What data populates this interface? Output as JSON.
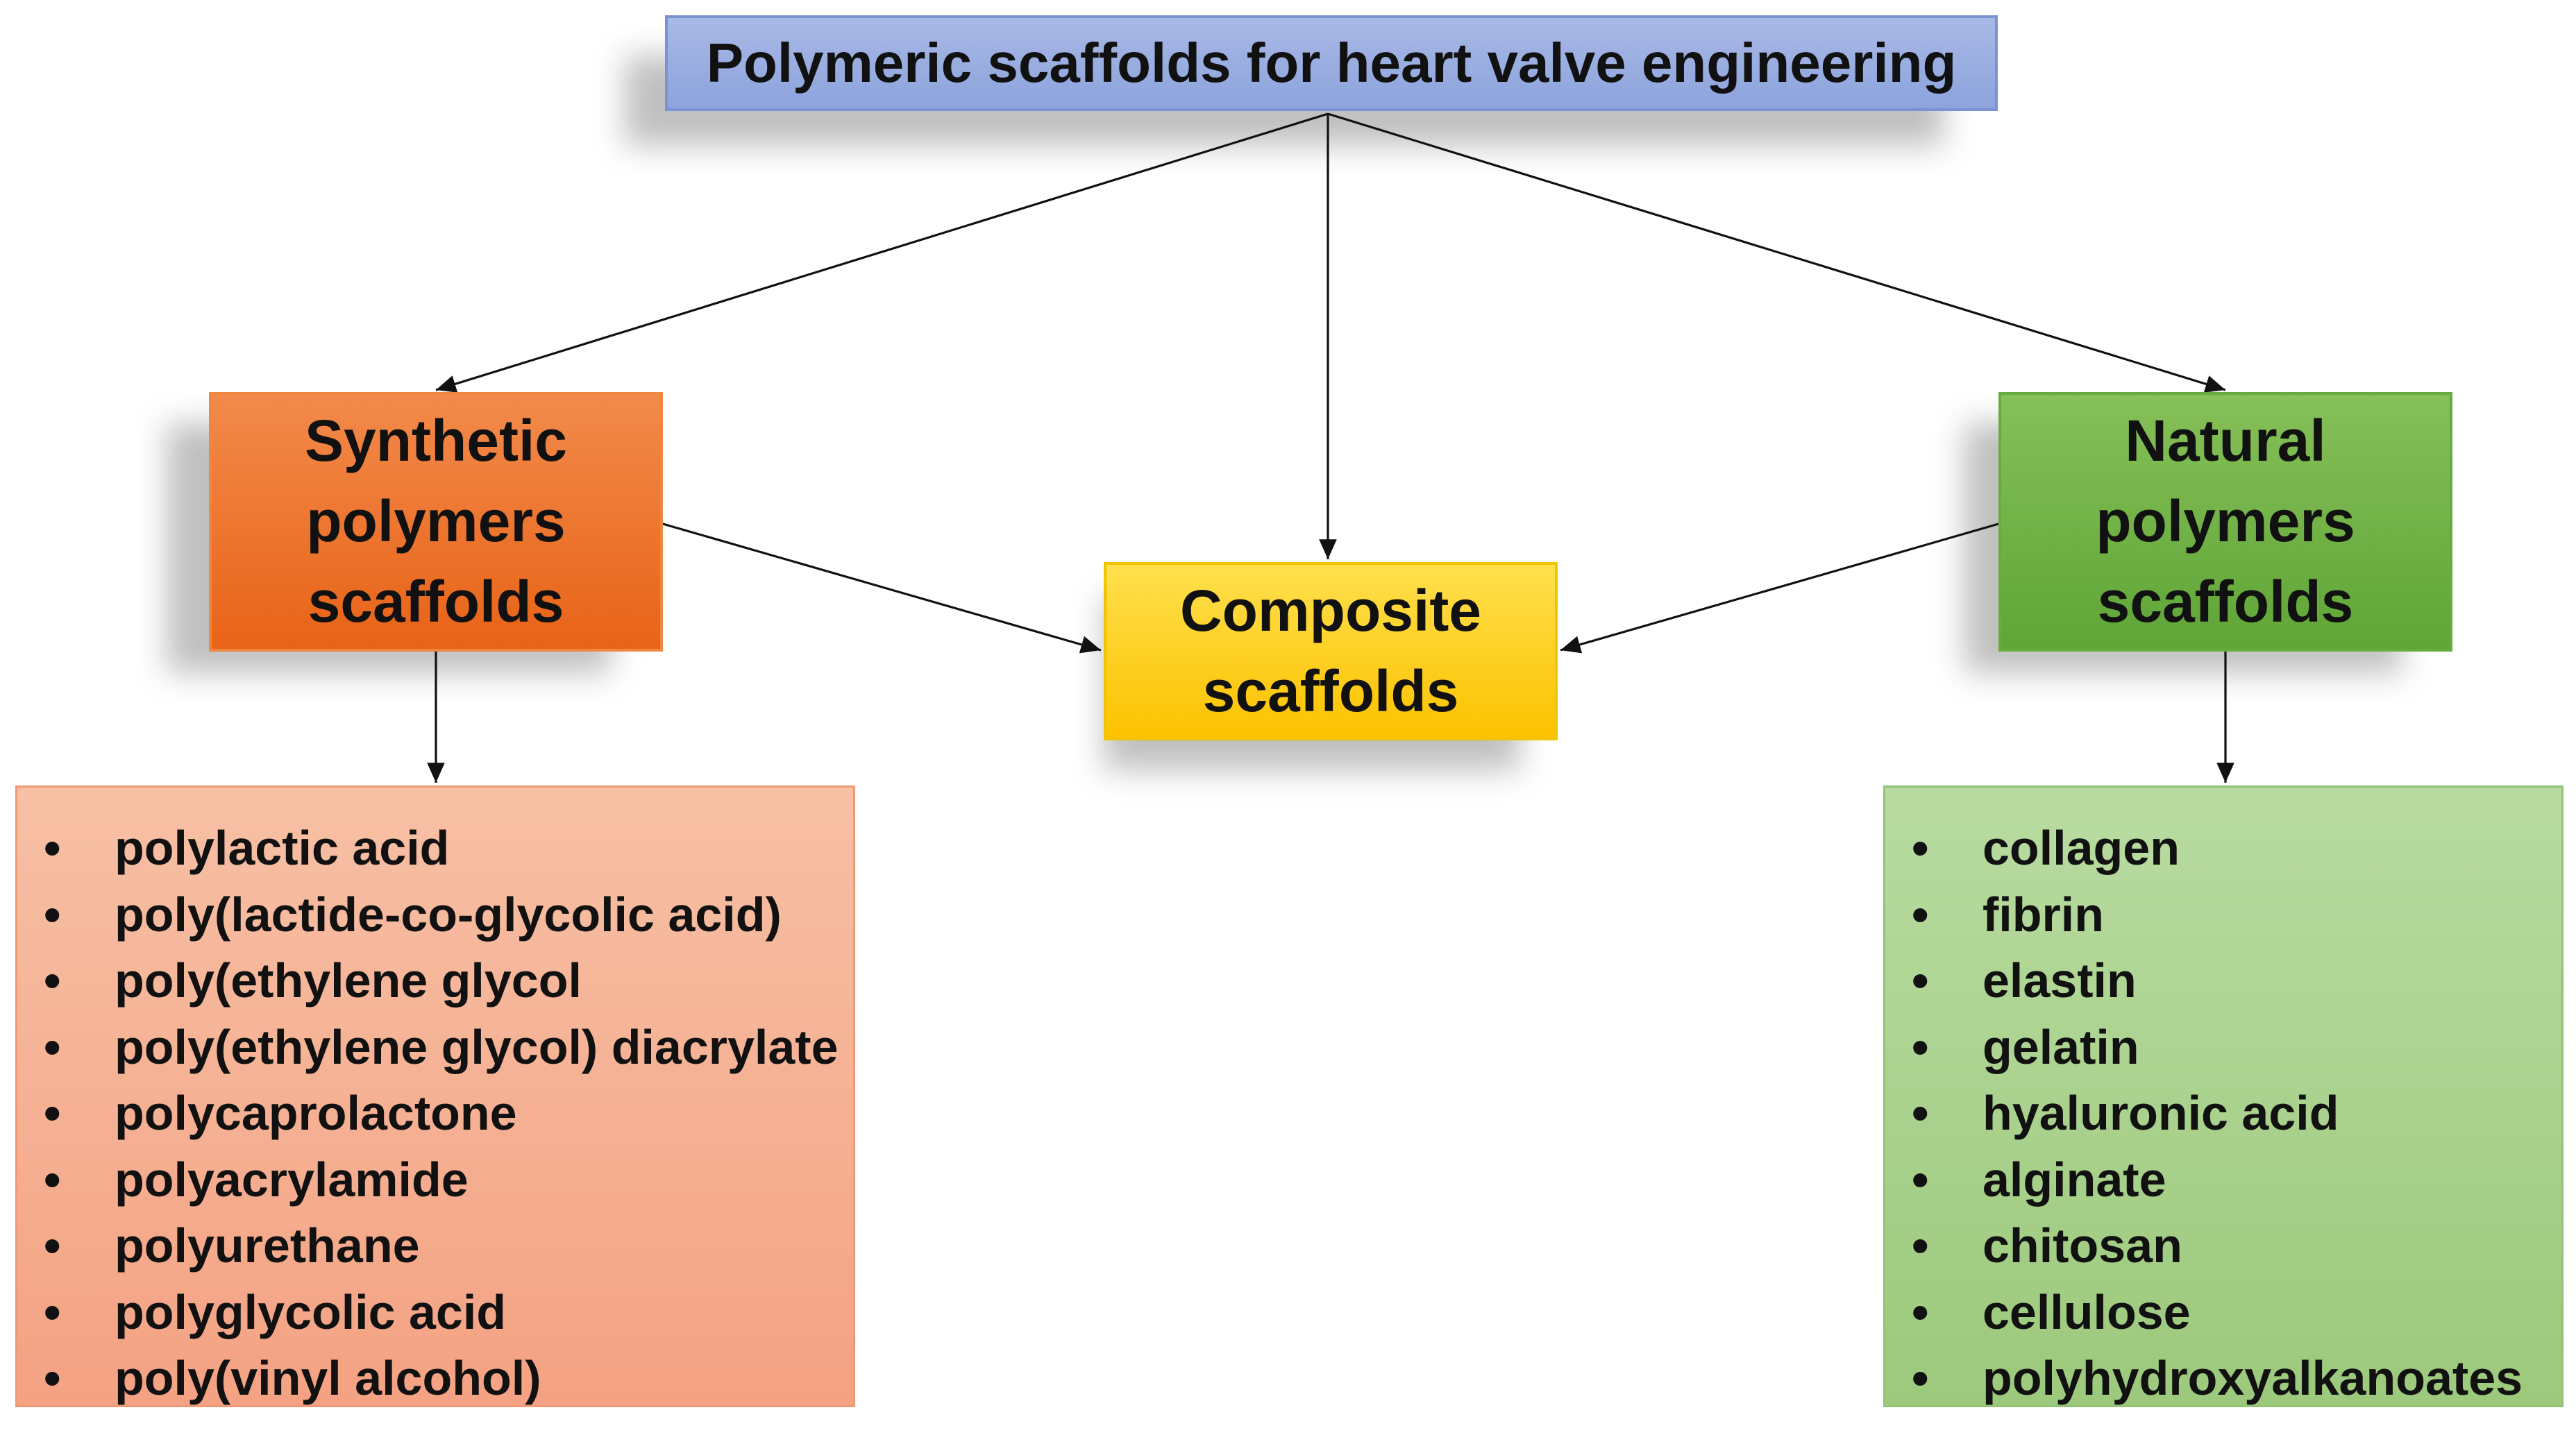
{
  "title": "Polymeric scaffolds for heart valve engineering",
  "categories": {
    "synthetic": [
      "Synthetic",
      "polymers",
      "scaffolds"
    ],
    "composite": [
      "Composite",
      "scaffolds"
    ],
    "natural": [
      "Natural",
      "polymers",
      "scaffolds"
    ]
  },
  "synthetic_list": [
    "polylactic acid",
    "poly(lactide-co-glycolic acid)",
    "poly(ethylene glycol",
    "poly(ethylene glycol) diacrylate",
    "polycaprolactone",
    "polyacrylamide",
    "polyurethane",
    "polyglycolic acid",
    "poly(vinyl alcohol)"
  ],
  "natural_list": [
    "collagen",
    "fibrin",
    "elastin",
    "gelatin",
    "hyaluronic acid",
    "alginate",
    "chitosan",
    "cellulose",
    "polyhydroxyalkanoates"
  ],
  "bullet": "•",
  "colors": {
    "title_fill": "#8ca3dc",
    "synthetic_fill": "#e86317",
    "composite_fill": "#fcc200",
    "natural_fill": "#5fa537",
    "synthetic_list_fill": "#f4a283",
    "natural_list_fill": "#9cc97c",
    "arrow": "#111111"
  }
}
